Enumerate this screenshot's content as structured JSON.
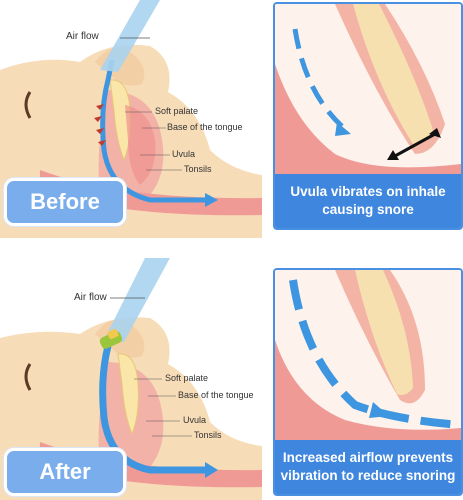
{
  "before": {
    "tag": "Before",
    "labels": {
      "air_flow": "Air flow",
      "soft_palate": "Soft palate",
      "base_tongue": "Base of the tongue",
      "uvula": "Uvula",
      "tonsils": "Tonsils"
    },
    "caption_line1": "Uvula vibrates on inhale",
    "caption_line2": "causing snore"
  },
  "after": {
    "tag": "After",
    "labels": {
      "air_flow": "Air flow",
      "soft_palate": "Soft palate",
      "base_tongue": "Base of the tongue",
      "uvula": "Uvula",
      "tonsils": "Tonsils"
    },
    "caption_line1": "Increased airflow prevents",
    "caption_line2": "vibration to reduce snoring"
  },
  "colors": {
    "skin": "#f5d9b4",
    "tissue": "#f2a8a3",
    "airway_blue": "#3f96e0",
    "frame_blue": "#4a90e2",
    "caption_blue": "#3f86de"
  }
}
